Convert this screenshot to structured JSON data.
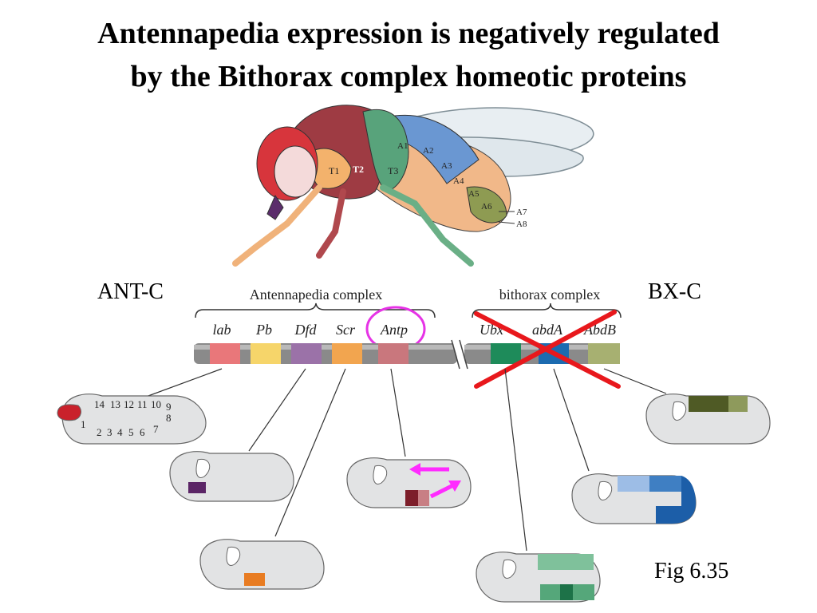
{
  "slide": {
    "title_line1": "Antennapedia expression is negatively regulated",
    "title_line2": "by the Bithorax complex homeotic proteins",
    "left_complex_abbrev": "ANT-C",
    "right_complex_abbrev": "BX-C",
    "figure_ref": "Fig 6.35"
  },
  "fly": {
    "segments": [
      "T1",
      "T2",
      "T3",
      "A1",
      "A2",
      "A3",
      "A4",
      "A5",
      "A6",
      "A7",
      "A8"
    ]
  },
  "complexes": {
    "antennapedia_label": "Antennapedia complex",
    "bithorax_label": "bithorax complex"
  },
  "genes": [
    {
      "name": "lab",
      "color": "#e9777a"
    },
    {
      "name": "Pb",
      "color": "#f6d56a"
    },
    {
      "name": "Dfd",
      "color": "#9b72a8"
    },
    {
      "name": "Scr",
      "color": "#f2a54f"
    },
    {
      "name": "Antp",
      "color": "#c9777d"
    },
    {
      "name": "Ubx",
      "color": "#1e8b5a"
    },
    {
      "name": "abdA",
      "color": "#1c6bb0"
    },
    {
      "name": "AbdB",
      "color": "#a7b071"
    }
  ],
  "embryo_segments": [
    "14",
    "13",
    "12",
    "11",
    "10",
    "9",
    "8",
    "7",
    "6",
    "5",
    "4",
    "3",
    "2",
    "1"
  ],
  "colors": {
    "highlight_circle": "#e633e6",
    "cross": "#e8181c",
    "arrows": "#ff2bff"
  }
}
